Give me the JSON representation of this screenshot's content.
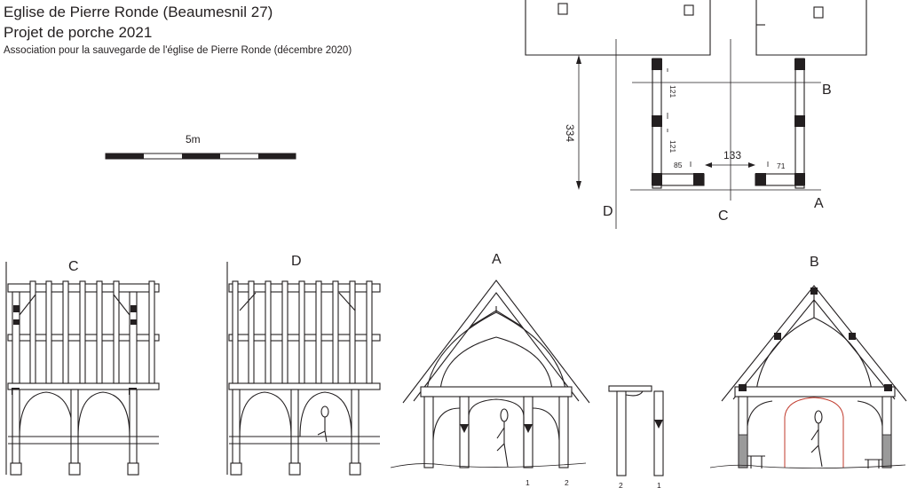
{
  "header": {
    "title_line1": "Eglise de Pierre Ronde (Beaumesnil 27)",
    "title_line2": "Projet de porche 2021",
    "subtitle": "Association pour la sauvegarde de l'église de Pierre Ronde (décembre 2020)"
  },
  "scale_bar": {
    "label": "5m"
  },
  "plan": {
    "section_labels": {
      "a": "A",
      "b": "B",
      "c": "C",
      "d": "D"
    },
    "dimensions": {
      "depth": "334",
      "opening": "133",
      "bay1": "121",
      "bay2": "121",
      "left_pier": "85",
      "right_pier": "71"
    }
  },
  "elevations": {
    "c_label": "C",
    "d_label": "D",
    "a_label": "A",
    "b_label": "B",
    "post_marks": {
      "m1": "1",
      "m2": "2",
      "m3": "2",
      "m4": "1"
    }
  }
}
